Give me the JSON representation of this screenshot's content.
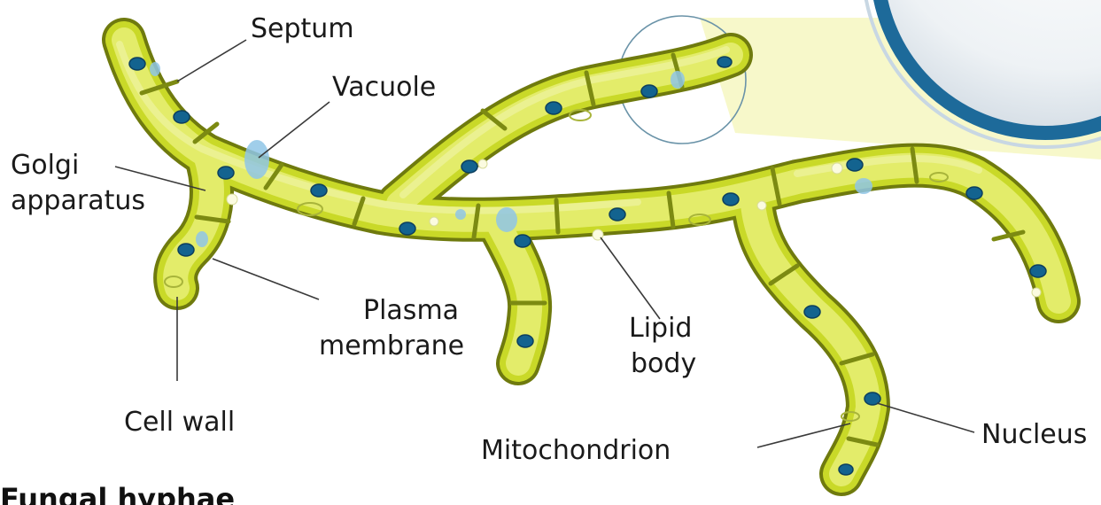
{
  "diagram": {
    "title": "Fungal hyphae",
    "labels": {
      "septum": "Septum",
      "vacuole": "Vacuole",
      "golgi_line1": "Golgi",
      "golgi_line2": "apparatus",
      "plasma_line1": "Plasma",
      "plasma_line2": "membrane",
      "lipid_line1": "Lipid",
      "lipid_line2": "body",
      "cell_wall": "Cell wall",
      "mitochondrion": "Mitochondrion",
      "nucleus": "Nucleus"
    },
    "colors": {
      "hypha_fill": "#c9d928",
      "hypha_outline": "#6f7a0e",
      "nucleus": "#13638f",
      "vacuole": "#8fc6e6",
      "magnifier_ring": "#1d6a9a",
      "highlight_beam": "#f4f5b8"
    }
  }
}
